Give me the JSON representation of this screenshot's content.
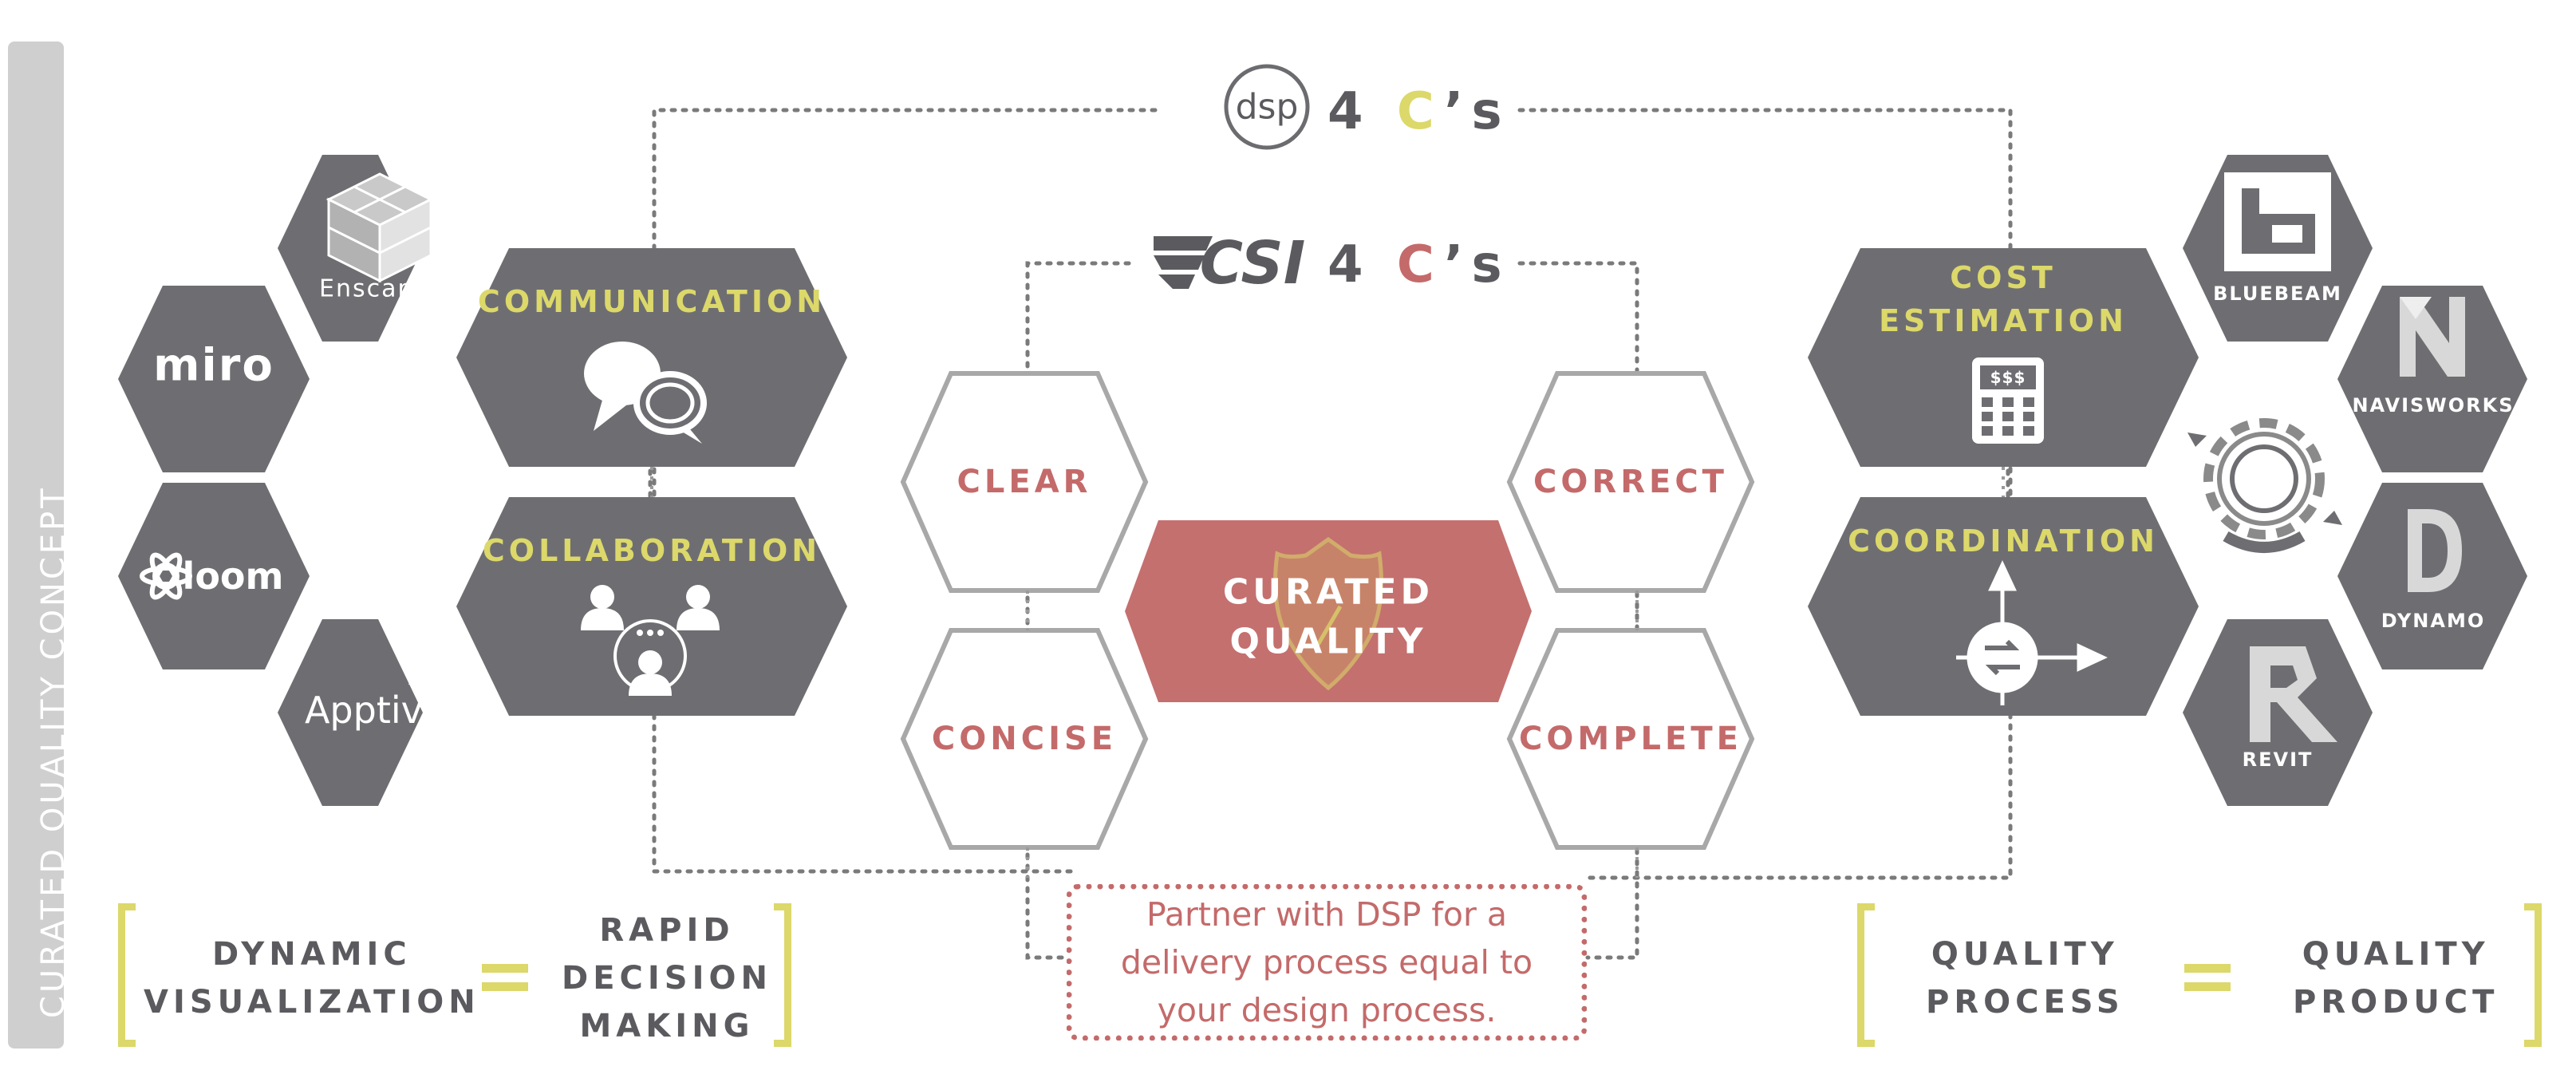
{
  "side_label": "CURATED QUALITY CONCEPT",
  "titles": {
    "dsp": {
      "logo": "dsp",
      "four": "4",
      "c": "C",
      "s": "’s"
    },
    "csi": {
      "logo": "CSI",
      "four": "4",
      "c": "C",
      "s": "’s"
    }
  },
  "left_tools": {
    "enscape": "Enscape",
    "miro": "miro",
    "loom": "loom",
    "apptivo": "Apptivo"
  },
  "left_main": {
    "communication": "COMMUNICATION",
    "collaboration": "COLLABORATION"
  },
  "center": {
    "clear": "CLEAR",
    "concise": "CONCISE",
    "correct": "CORRECT",
    "complete": "COMPLETE",
    "curated_line1": "CURATED",
    "curated_line2": "QUALITY"
  },
  "right_main": {
    "cost_line1": "COST",
    "cost_line2": "ESTIMATION",
    "calc_label": "$$$",
    "coordination": "COORDINATION"
  },
  "right_tools": {
    "bluebeam": "BLUEBEAM",
    "navisworks": "NAVISWORKS",
    "dynamo": "DYNAMO",
    "revit": "REVIT"
  },
  "partner": {
    "line1": "Partner with DSP for a",
    "line2": "delivery process equal to",
    "line3": "your design process."
  },
  "equation_left": {
    "lhs_line1": "DYNAMIC",
    "lhs_line2": "VISUALIZATION",
    "rhs_line1": "RAPID",
    "rhs_line2": "DECISION",
    "rhs_line3": "MAKING"
  },
  "equation_right": {
    "lhs_line1": "QUALITY",
    "lhs_line2": "PROCESS",
    "rhs_line1": "QUALITY",
    "rhs_line2": "PRODUCT"
  },
  "colors": {
    "hex_gray": "#6e6e72",
    "accent_yellow": "#dcd86a",
    "accent_red": "#c46a6a",
    "curated_fill": "#c4706f",
    "outline": "#a8a8a8"
  }
}
